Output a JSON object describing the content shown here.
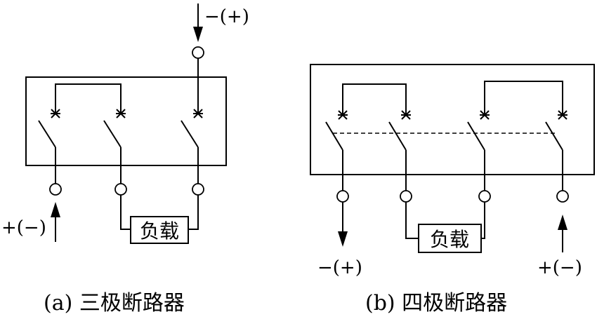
{
  "diagram_a": {
    "top_polarity": "−(+)",
    "bottom_polarity": "+(−)",
    "load_label": "负载",
    "caption": "(a)  三极断路器"
  },
  "diagram_b": {
    "left_polarity": "−(+)",
    "right_polarity": "+(−)",
    "load_label": "负载",
    "caption": "(b)  四极断路器"
  }
}
